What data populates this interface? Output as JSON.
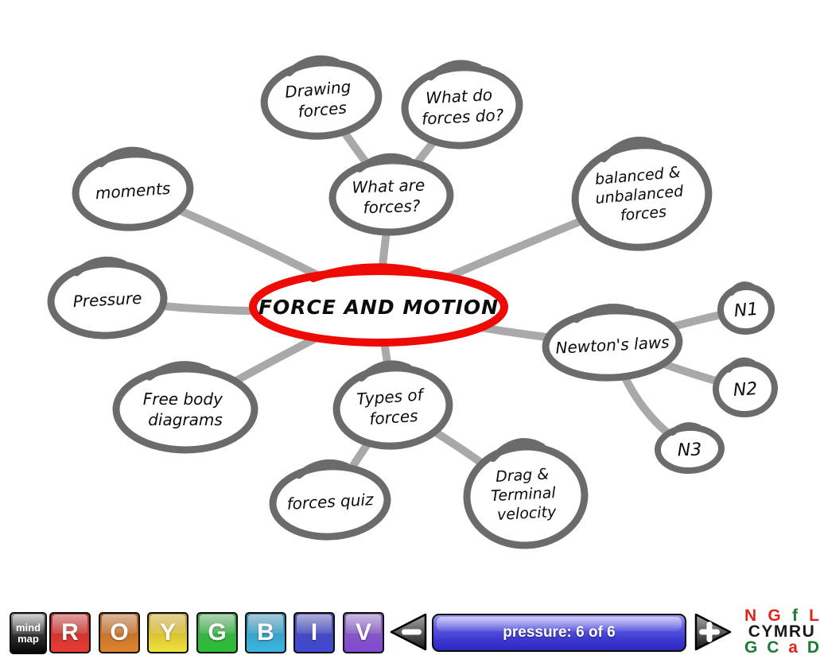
{
  "mindmap": {
    "title": "FORCE AND MOTION",
    "colors": {
      "center_stroke": "#ee0b06",
      "node_stroke": "#6b6b6b",
      "connector": "#a9a9a9",
      "text": "#0c0c0c"
    },
    "nodes": [
      {
        "id": "drawing-forces",
        "lines": [
          "Drawing",
          "forces"
        ]
      },
      {
        "id": "what-do-forces-do",
        "lines": [
          "What do",
          "forces do?"
        ]
      },
      {
        "id": "what-are-forces",
        "lines": [
          "What are",
          "forces?"
        ]
      },
      {
        "id": "moments",
        "lines": [
          "moments"
        ]
      },
      {
        "id": "balanced-unbalanced-forces",
        "lines": [
          "balanced &",
          "unbalanced",
          "forces"
        ]
      },
      {
        "id": "pressure",
        "lines": [
          "Pressure"
        ]
      },
      {
        "id": "newtons-laws",
        "lines": [
          "Newton's laws"
        ]
      },
      {
        "id": "n1",
        "lines": [
          "N1"
        ]
      },
      {
        "id": "n2",
        "lines": [
          "N2"
        ]
      },
      {
        "id": "n3",
        "lines": [
          "N3"
        ]
      },
      {
        "id": "free-body-diagrams",
        "lines": [
          "Free body",
          "diagrams"
        ]
      },
      {
        "id": "types-of-forces",
        "lines": [
          "Types of",
          "forces"
        ]
      },
      {
        "id": "forces-quiz",
        "lines": [
          "forces quiz"
        ]
      },
      {
        "id": "drag-terminal-velocity",
        "lines": [
          "Drag &",
          "Terminal",
          "velocity"
        ]
      }
    ]
  },
  "toolbar": {
    "mindmap_button": {
      "line1": "mind",
      "line2": "map"
    },
    "color_buttons": [
      {
        "label": "R",
        "top": "#b23230",
        "bottom": "#e83b33"
      },
      {
        "label": "O",
        "top": "#a96026",
        "bottom": "#e0852f"
      },
      {
        "label": "Y",
        "top": "#c09b27",
        "bottom": "#f0e43c"
      },
      {
        "label": "G",
        "top": "#4f9e55",
        "bottom": "#28c135"
      },
      {
        "label": "B",
        "top": "#3c88ab",
        "bottom": "#39b8e1"
      },
      {
        "label": "I",
        "top": "#4a4fa9",
        "bottom": "#4147d4"
      },
      {
        "label": "V",
        "top": "#8968b9",
        "bottom": "#8148d1"
      }
    ],
    "status": "pressure: 6 of 6"
  },
  "logo": {
    "row1": [
      "N",
      "G",
      "f",
      "L"
    ],
    "row1_colors": [
      "red",
      "red",
      "green",
      "red"
    ],
    "row2": "CYMRU",
    "row3": [
      "G",
      "C",
      "a",
      "D"
    ],
    "row3_colors": [
      "green",
      "green",
      "red",
      "green"
    ],
    "red_hex": "#e0251c",
    "green_hex": "#1c7a33"
  }
}
